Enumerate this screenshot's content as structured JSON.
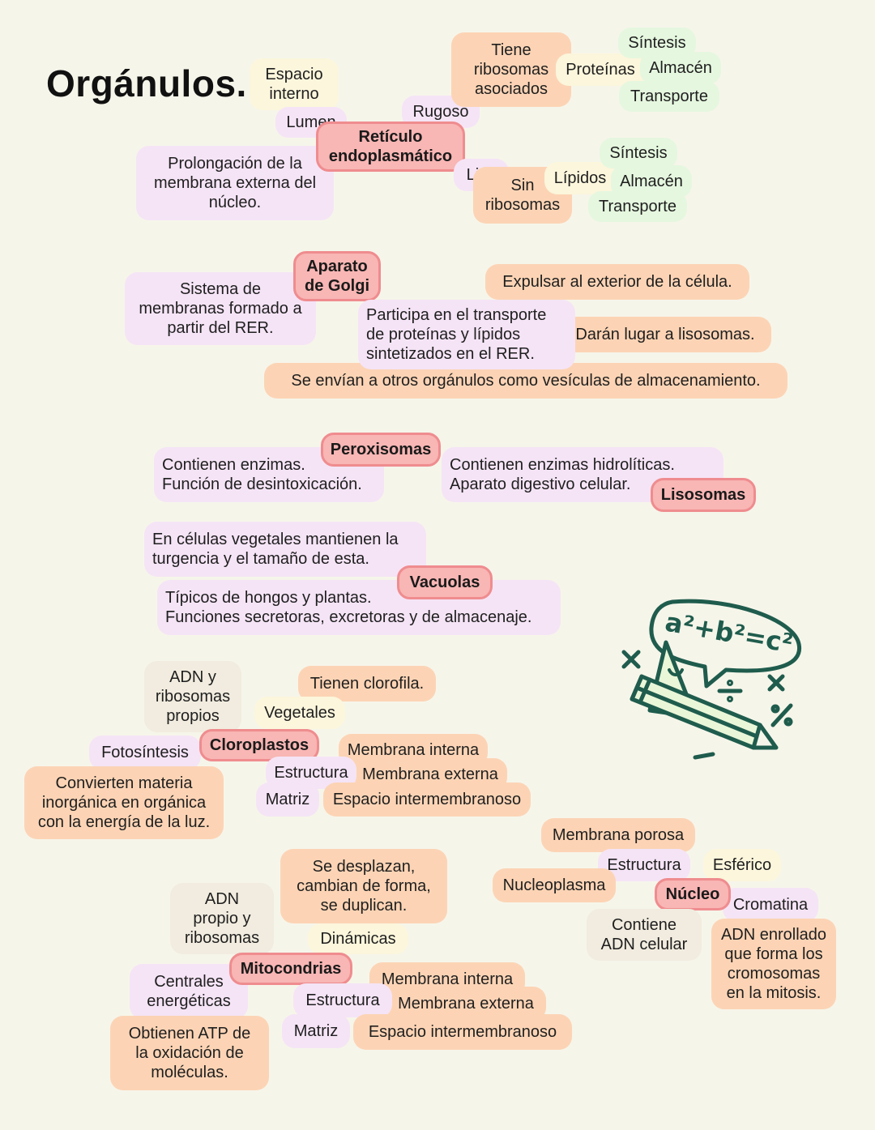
{
  "title": "Orgánulos.",
  "colors": {
    "background": "#f6f5ea",
    "peach": "#fcd4b5",
    "pink": "#f5e4f6",
    "yellow": "#fbf6dc",
    "green": "#e5f7df",
    "organelle": "#f8b6b4",
    "organelle_border": "#ef8c8f",
    "doodle": "#1f5c4d"
  },
  "illustration": {
    "formula": "a²+b²=c²",
    "icons": [
      "multiply-icon",
      "divide-icon",
      "percent-icon",
      "pencil-icon",
      "triangle-ruler-icon"
    ]
  },
  "reticulo": {
    "name": "Retículo\nendoplasmático",
    "espacio_interno": "Espacio\ninterno",
    "lumen": "Lumen",
    "prolongacion": "Prolongación de la\nmembrana externa del\nnúcleo.",
    "rugoso": "Rugoso",
    "tiene_ribosomas": "Tiene\nribosomas\nasociados",
    "proteinas": "Proteínas",
    "rugoso_funciones": [
      "Síntesis",
      "Almacén",
      "Transporte"
    ],
    "liso": "Liso",
    "sin_ribosomas": "Sin\nribosomas",
    "lipidos": "Lípidos",
    "liso_funciones": [
      "Síntesis",
      "Almacén",
      "Transporte"
    ]
  },
  "golgi": {
    "name": "Aparato\nde Golgi",
    "sistema": "Sistema de\nmembranas formado a\npartir del RER.",
    "participa": "Participa en el transporte\nde proteínas y lípidos\nsintetizados en el RER.",
    "destinos": [
      "Expulsar al exterior de la célula.",
      "Darán lugar a lisosomas.",
      "Se envían a otros orgánulos como vesículas de almacenamiento."
    ]
  },
  "peroxisomas": {
    "name": "Peroxisomas",
    "desc": "Contienen enzimas.\nFunción de desintoxicación."
  },
  "lisosomas": {
    "name": "Lisosomas",
    "desc": "Contienen enzimas hidrolíticas.\nAparato digestivo celular."
  },
  "vacuolas": {
    "name": "Vacuolas",
    "desc1": "En células vegetales mantienen la\nturgencia y el tamaño de esta.",
    "desc2": "Típicos de hongos y plantas.\nFunciones secretoras, excretoras y de almacenaje."
  },
  "cloroplastos": {
    "name": "Cloroplastos",
    "adn": "ADN y\nribosomas\npropios",
    "clorofila": "Tienen clorofila.",
    "vegetales": "Vegetales",
    "fotosintesis": "Fotosíntesis",
    "convierten": "Convierten materia\ninorgánica en orgánica\ncon la energía de la luz.",
    "estructura": "Estructura",
    "partes": [
      "Membrana interna",
      "Membrana externa",
      "Matriz",
      "Espacio intermembranoso"
    ]
  },
  "mitocondrias": {
    "name": "Mitocondrias",
    "adn": "ADN\npropio y\nribosomas",
    "desplazan": "Se desplazan,\ncambian de forma,\nse duplican.",
    "dinamicas": "Dinámicas",
    "centrales": "Centrales\nenergéticas",
    "atp": "Obtienen ATP de\nla oxidación de\nmoléculas.",
    "estructura": "Estructura",
    "partes": [
      "Membrana interna",
      "Membrana externa",
      "Matriz",
      "Espacio intermembranoso"
    ]
  },
  "nucleo": {
    "name": "Núcleo",
    "membrana": "Membrana porosa",
    "estructura": "Estructura",
    "esferico": "Esférico",
    "nucleoplasma": "Nucleoplasma",
    "cromatina": "Cromatina",
    "contiene": "Contiene\nADN celular",
    "adn": "ADN enrollado\nque forma los\ncromosomas\nen la mitosis."
  }
}
